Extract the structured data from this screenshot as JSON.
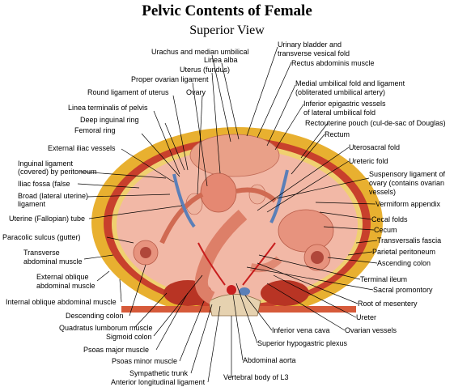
{
  "title": "Pelvic Contents of Female",
  "subtitle": "Superior View",
  "labels": {
    "urachus": "Urachus and median umbilical",
    "linea_alba": "Linea alba",
    "uterus": "Uterus (fundus)",
    "proper_ovarian": "Proper ovarian ligament",
    "ovary": "Ovary",
    "round_lig": "Round ligament of uterus",
    "linea_term": "Linea terminalis of pelvis",
    "deep_ring": "Deep inguinal ring",
    "femoral_ring": "Femoral ring",
    "ext_iliac": "External iliac vessels",
    "inguinal_1": "Inguinal ligament",
    "inguinal_2": "(covered) by peritoneum",
    "iliac_fossa": "Iliac fossa (false",
    "broad_1": "Broad (lateral uterine)",
    "broad_2": "ligament",
    "uterine_tube": "Uterine (Fallopian) tube",
    "paracolic": "Paracolic sulcus (gutter)",
    "transverse_1": "Transverse",
    "transverse_2": "abdominal muscle",
    "ext_oblique_1": "External oblique",
    "ext_oblique_2": "abdominal muscle",
    "int_oblique": "Internal oblique abdominal muscle",
    "desc_colon": "Descending colon",
    "quadratus": "Quadratus lumborum muscle",
    "sigmoid": "Sigmoid colon",
    "psoas_major": "Psoas major muscle",
    "psoas_minor": "Psoas minor muscle",
    "symp_trunk": "Sympathetic trunk",
    "ant_long": "Anterior longitudinal ligament",
    "vertebral": "Vertebral body of L3",
    "abd_aorta": "Abdominal aorta",
    "sup_hypo": "Superior hypogastric plexus",
    "ivc": "Inferior vena cava",
    "ovarian_vessels": "Ovarian vessels",
    "ureter": "Ureter",
    "root_mes": "Root of mesentery",
    "sacral_prom": "Sacral promontory",
    "term_ileum": "Terminal ileum",
    "asc_colon": "Ascending colon",
    "parietal_per": "Parietal peritoneum",
    "transversalis": "Transversalis fascia",
    "cecum": "Cecum",
    "cecal_folds": "Cecal folds",
    "vermiform": "Vermiform appendix",
    "susp_1": "Suspensory ligament of",
    "susp_2": "ovary (contains ovarian",
    "susp_3": "vessels)",
    "ureteric_fold": "Ureteric fold",
    "uterosacral": "Uterosacral fold",
    "rectum": "Rectum",
    "rectouterine": "Rectouterine pouch (cul-de-sac of Douglas)",
    "inf_epi_1": "Inferior epigastric vessels",
    "inf_epi_2": "of lateral umbilical fold",
    "medial_umb_1": "Medial umbilical fold and ligament",
    "medial_umb_2": "(obliterated umbilical artery)",
    "rectus": "Rectus abdominis muscle",
    "bladder_1": "Urinary bladder and",
    "bladder_2": "transverse vesical fold"
  },
  "colors": {
    "outer_fat": "#e8b030",
    "muscle": "#c8402c",
    "peritoneum": "#f2b8a6",
    "organ": "#e38a78",
    "vessel_blue": "#5a7fb8",
    "vessel_red": "#c81e1e"
  }
}
